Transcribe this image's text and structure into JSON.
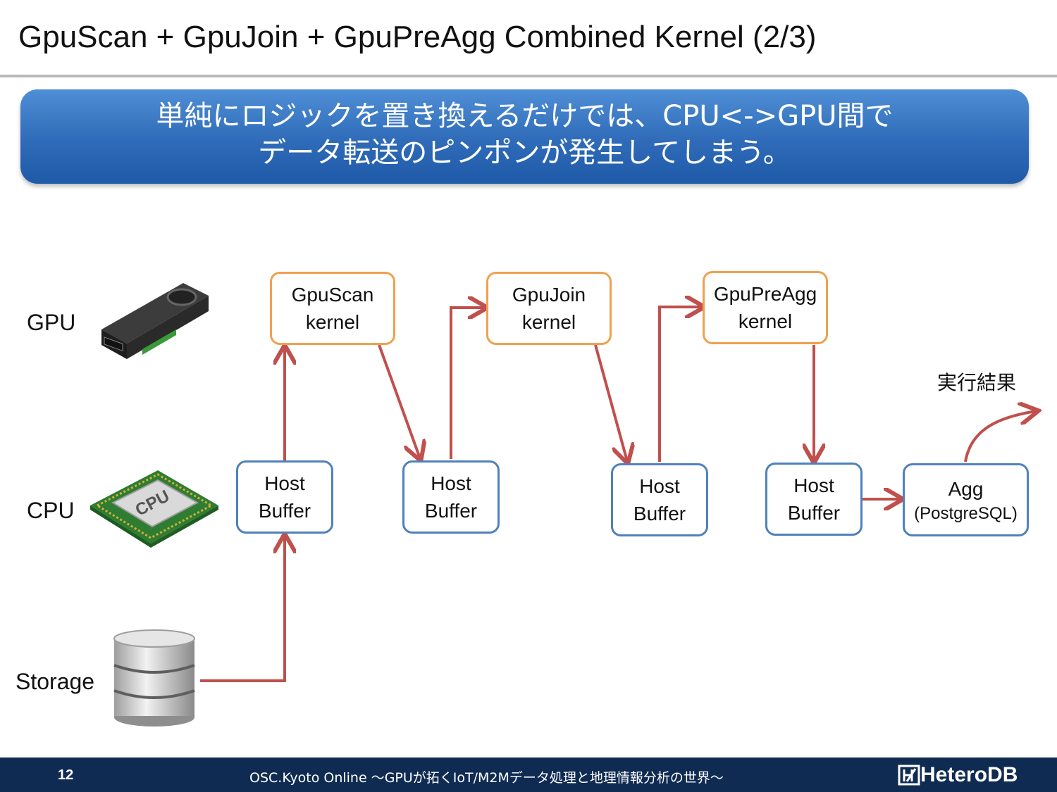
{
  "slide": {
    "title": "GpuScan + GpuJoin + GpuPreAgg Combined Kernel (2/3)",
    "banner_line1": "単純にロジックを置き換えるだけでは、CPU<->GPU間で",
    "banner_line2": "データ転送のピンポンが発生してしまう。"
  },
  "rows": {
    "gpu": "GPU",
    "cpu": "CPU",
    "storage": "Storage"
  },
  "nodes": {
    "gpuscan": {
      "line1": "GpuScan",
      "line2": "kernel"
    },
    "gpujoin": {
      "line1": "GpuJoin",
      "line2": "kernel"
    },
    "gpupreagg": {
      "line1": "GpuPreAgg",
      "line2": "kernel"
    },
    "buf1": {
      "line1": "Host",
      "line2": "Buffer"
    },
    "buf2": {
      "line1": "Host",
      "line2": "Buffer"
    },
    "buf3": {
      "line1": "Host",
      "line2": "Buffer"
    },
    "buf4": {
      "line1": "Host",
      "line2": "Buffer"
    },
    "agg": {
      "line1": "Agg",
      "line2": "(PostgreSQL)"
    }
  },
  "result_label": "実行結果",
  "footer": {
    "page": "12",
    "text": "OSC.Kyoto Online 〜GPUが拓くIoT/M2Mデータ処理と地理情報分析の世界〜",
    "logo": "HeteroDB"
  },
  "colors": {
    "arrow": "#c0504d",
    "kernel_border": "#f0a050",
    "buffer_border": "#4f81bd",
    "banner": "#2f6bb8",
    "footer": "#0f2b52"
  },
  "icons": {
    "gpu": "graphics-card-icon",
    "cpu": "cpu-chip-icon",
    "storage": "database-icon"
  }
}
